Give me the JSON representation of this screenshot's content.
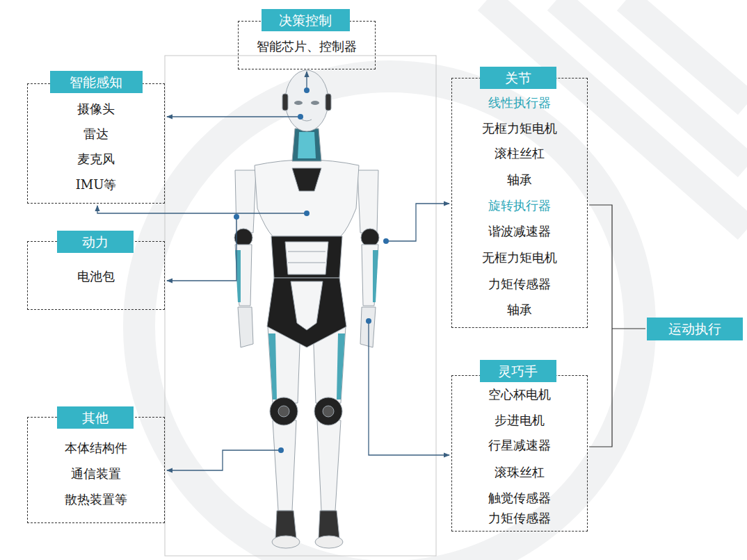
{
  "diagram": {
    "nodes": [
      {
        "text": [
          "决策控制",
          "智能芯片、控制器"
        ]
      },
      {
        "text": [
          "智能感知",
          "摄像头",
          "雷达",
          "麦克风",
          "IMU等"
        ]
      },
      {
        "text": [
          "动力",
          "电池包"
        ]
      },
      {
        "text": [
          "其他",
          "本体结构件",
          "通信装置",
          "散热装置等"
        ]
      },
      {
        "text": [
          "关节",
          "线性执行器",
          "无框力矩电机",
          "滚柱丝杠",
          "轴承",
          "旋转执行器",
          "谐波减速器",
          "无框力矩电机",
          "力矩传感器",
          "轴承"
        ]
      },
      {
        "text": [
          "灵巧手",
          "空心杯电机",
          "步进电机",
          "行星减速器",
          "滚珠丝杠",
          "触觉传感器",
          "力矩传感器"
        ]
      },
      {
        "text": [
          "运动执行"
        ]
      }
    ]
  }
}
